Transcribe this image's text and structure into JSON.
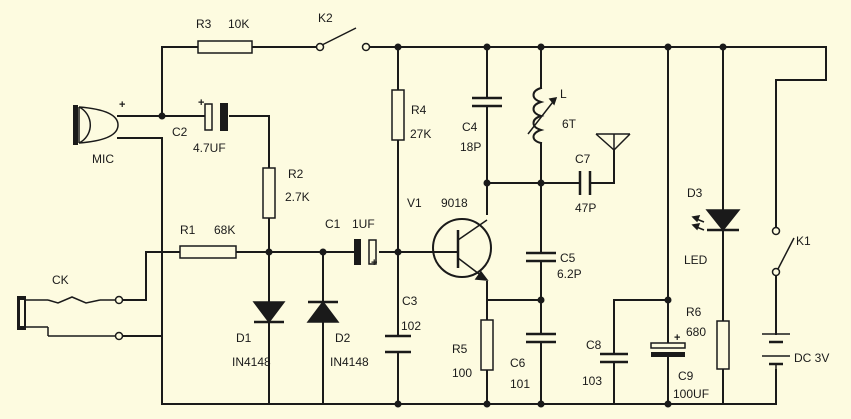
{
  "labels": {
    "r3": "R3",
    "r3_val": "10K",
    "k2": "K2",
    "r4": "R4",
    "r4_val": "27K",
    "c4": "C4",
    "c4_val": "18P",
    "l": "L",
    "l_val": "6T",
    "c7": "C7",
    "c7_val": "47P",
    "c2": "C2",
    "c2_val": "4.7UF",
    "mic": "MIC",
    "r2": "R2",
    "r2_val": "2.7K",
    "r1": "R1",
    "r1_val": "68K",
    "c1": "C1",
    "c1_val": "1UF",
    "v1": "V1",
    "v1_val": "9018",
    "ck": "CK",
    "c5": "C5",
    "c5_val": "6.2P",
    "d3": "D3",
    "d3_val": "LED",
    "k1": "K1",
    "c3": "C3",
    "c3_val": "102",
    "d1": "D1",
    "d1_val": "IN4148",
    "d2": "D2",
    "d2_val": "IN4148",
    "r5": "R5",
    "r5_val": "100",
    "c6": "C6",
    "c6_val": "101",
    "c8": "C8",
    "c8_val": "103",
    "r6": "R6",
    "r6_val": "680",
    "c9": "C9",
    "c9_val": "100UF",
    "bat": "DC 3V"
  },
  "polarity": {
    "c2": "+",
    "mic": "+",
    "c1": "+",
    "c9": "+"
  },
  "colors": {
    "background": "#fdfbe0",
    "ink": "#1a1a1a"
  }
}
